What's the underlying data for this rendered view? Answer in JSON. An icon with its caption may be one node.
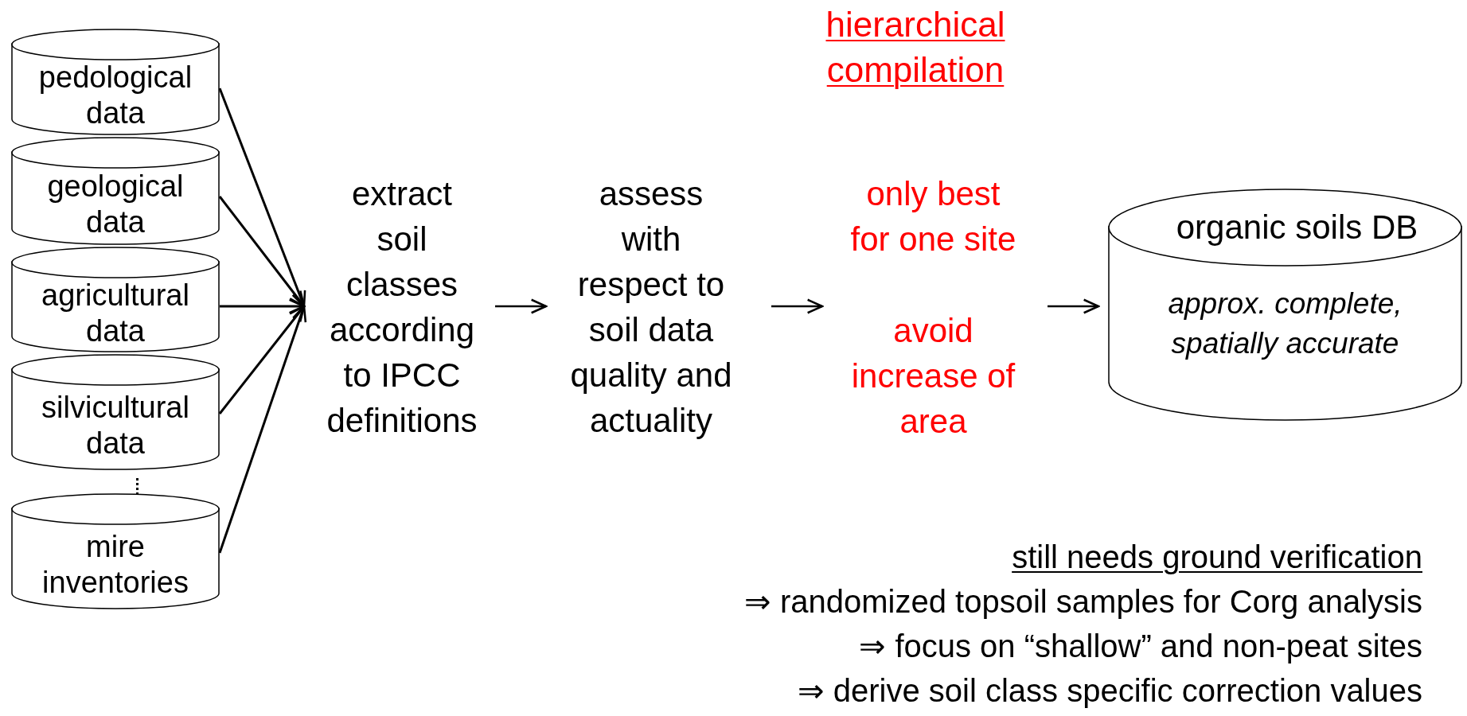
{
  "diagram": {
    "title": "hierarchical compilation",
    "nodes": [
      {
        "text": [
          "pedological data"
        ]
      },
      {
        "text": [
          "geological data"
        ]
      },
      {
        "text": [
          "agricultural data"
        ]
      },
      {
        "text": [
          "silvicultural data"
        ]
      },
      {
        "text": [
          "mire inventories"
        ]
      },
      {
        "text": [
          "extract soil classes according to IPCC definitions"
        ]
      },
      {
        "text": [
          "assess with respect to soil data quality and actuality"
        ]
      },
      {
        "text": [
          "only best for one site",
          "avoid increase of area"
        ]
      },
      {
        "text": [
          "organic soils DB",
          "approx. complete, spatially accurate"
        ]
      }
    ],
    "edges": [
      {
        "from": 0,
        "to": 5,
        "arrow": "to"
      },
      {
        "from": 1,
        "to": 5,
        "arrow": "to"
      },
      {
        "from": 2,
        "to": 5,
        "arrow": "to"
      },
      {
        "from": 3,
        "to": 5,
        "arrow": "to"
      },
      {
        "from": 4,
        "to": 5,
        "arrow": "to"
      },
      {
        "from": 5,
        "to": 6,
        "arrow": "to"
      },
      {
        "from": 6,
        "to": 7,
        "arrow": "to"
      },
      {
        "from": 7,
        "to": 8,
        "arrow": "to"
      }
    ],
    "labels": [
      "still needs ground verification",
      "⇒ randomized topsoil samples for Corg analysis",
      "⇒ focus on “shallow” and non-peat sites",
      "⇒ derive soil class specific correction values"
    ]
  }
}
